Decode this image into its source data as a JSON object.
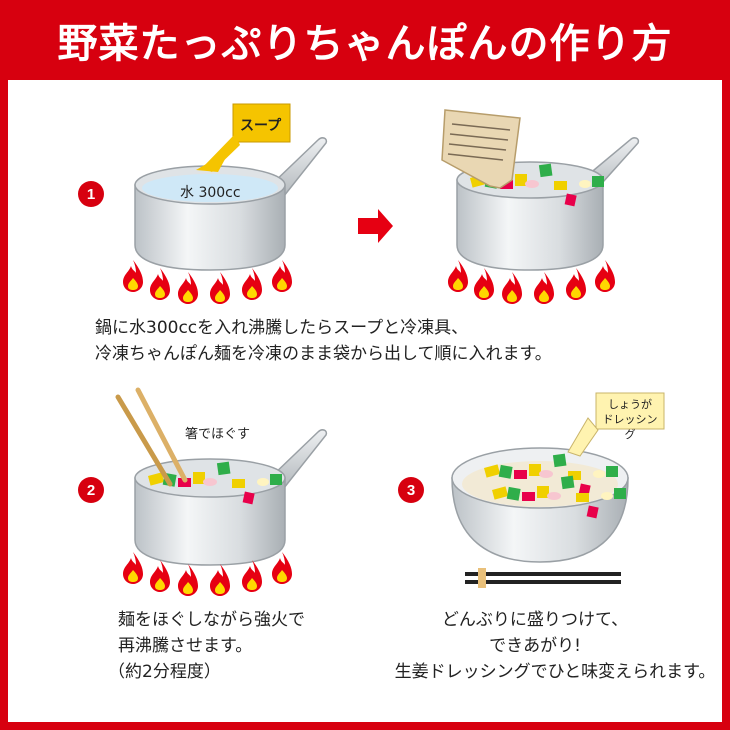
{
  "title": "野菜たっぷりちゃんぽんの作り方",
  "colors": {
    "accent": "#d7000f",
    "flame": "#e60012",
    "flame_inner": "#ffd800",
    "water": "#cfe8f7",
    "packet": "#f5c400",
    "sauce": "#fff3b0"
  },
  "steps": {
    "step1": {
      "number": "1",
      "soup_label": "スープ",
      "water_label": "水 300cc",
      "text_line1": "鍋に水300ccを入れ沸騰したらスープと冷凍具、",
      "text_line2": "冷凍ちゃんぽん麺を冷凍のまま袋から出して順に入れます。"
    },
    "step2": {
      "number": "2",
      "chopsticks_label": "箸でほぐす",
      "text_line1": "麺をほぐしながら強火で",
      "text_line2": "再沸騰させます。",
      "text_line3": "（約2分程度）"
    },
    "step3": {
      "number": "3",
      "dressing_label_line1": "しょうが",
      "dressing_label_line2": "ドレッシング",
      "text_line1": "どんぶりに盛りつけて、",
      "text_line2": "できあがり!",
      "text_line3": "生姜ドレッシングでひと味変えられます。"
    }
  },
  "icons": [
    "arrow-right-icon",
    "flame-icon",
    "pot-icon",
    "bowl-icon",
    "chopsticks-icon",
    "soup-packet-icon",
    "dressing-packet-icon",
    "spatula-icon"
  ]
}
